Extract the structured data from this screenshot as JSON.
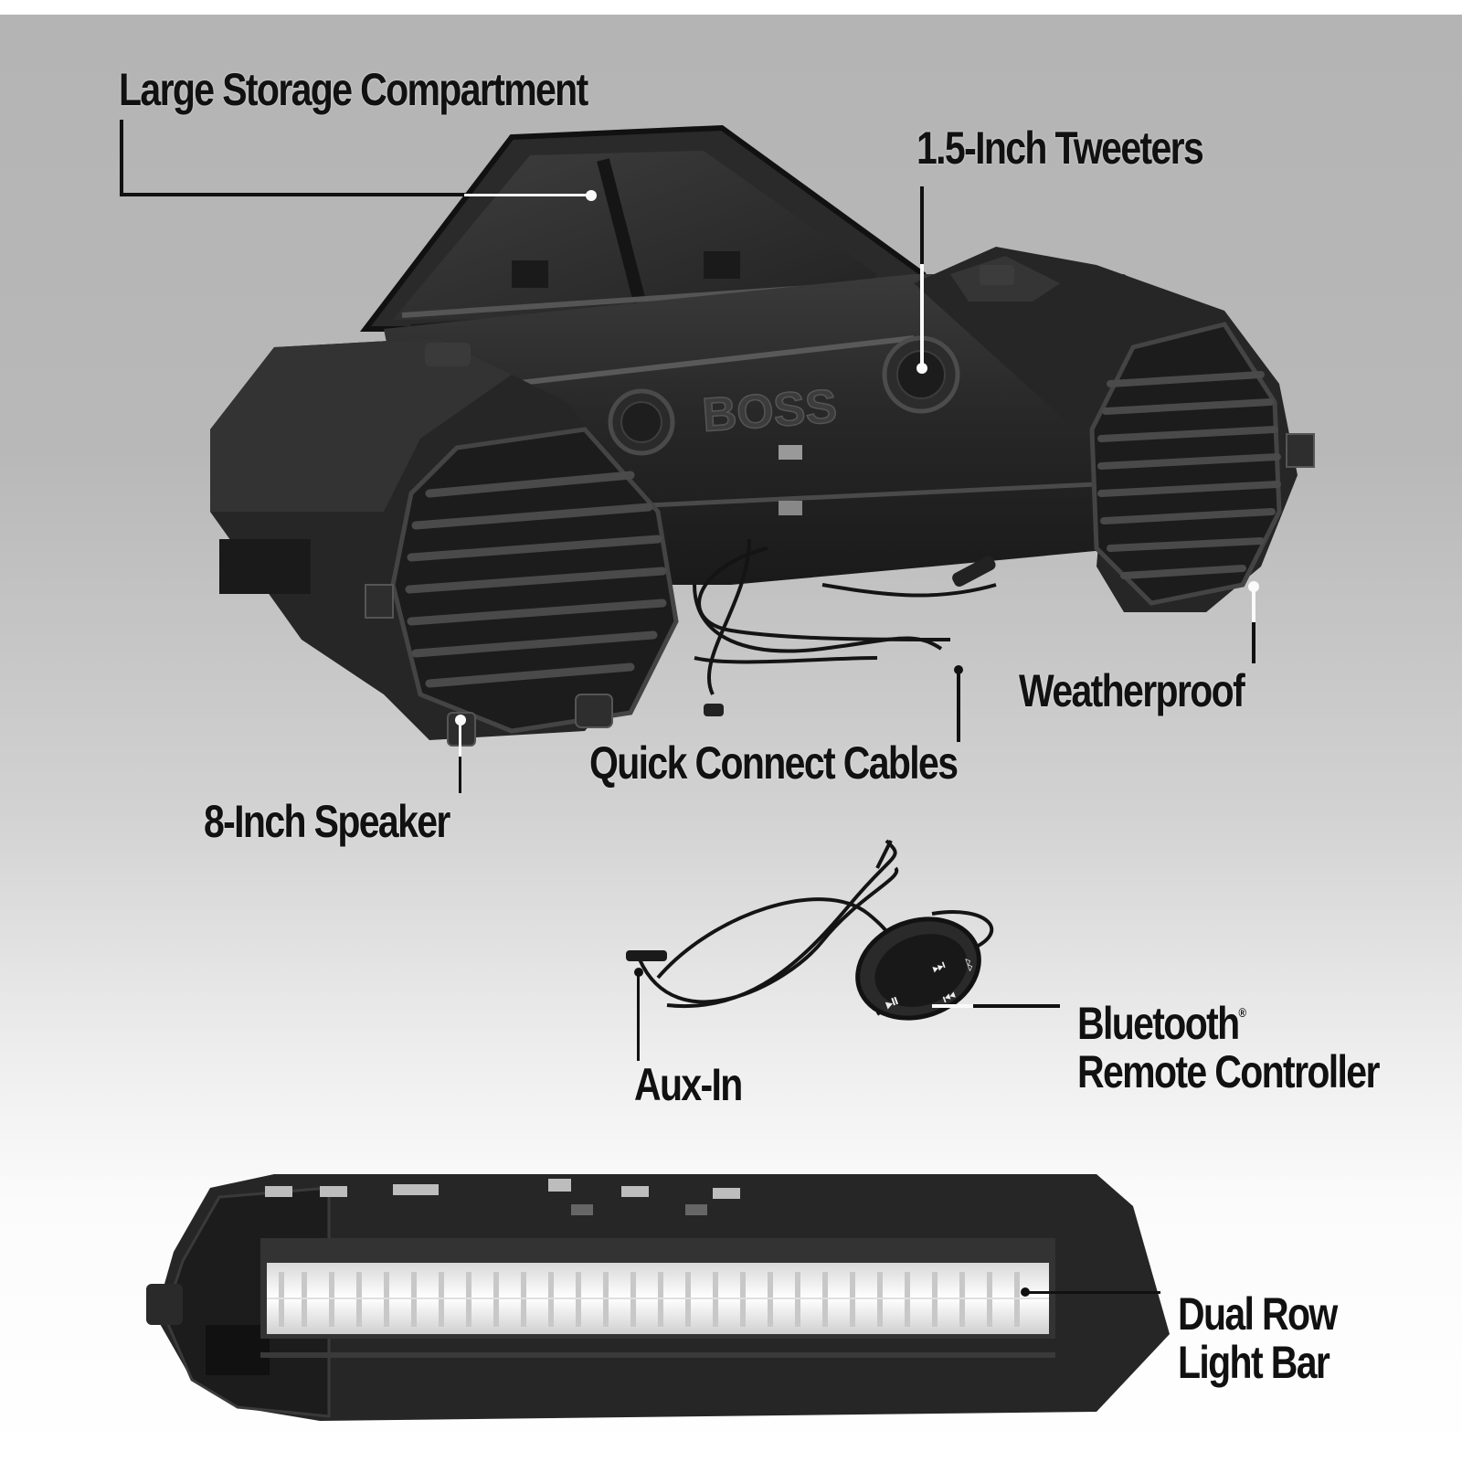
{
  "product": {
    "brand_emboss": "BOSS",
    "colors": {
      "background_top": "#b4b4b4",
      "background_bottom": "#ffffff",
      "product_body": "#2a2a2a",
      "label_text": "#111111",
      "leader_line_on_product": "#fafafa",
      "led_glow": "#f4f4f4"
    }
  },
  "callouts": [
    {
      "id": "storage",
      "label": "Large Storage Compartment"
    },
    {
      "id": "tweeters",
      "label": "1.5-Inch Tweeters"
    },
    {
      "id": "weatherproof",
      "label": "Weatherproof"
    },
    {
      "id": "cables",
      "label": "Quick Connect Cables"
    },
    {
      "id": "speaker",
      "label": "8-Inch Speaker"
    },
    {
      "id": "aux",
      "label": "Aux-In"
    },
    {
      "id": "remote",
      "label_line1": "Bluetooth",
      "trademark": "®",
      "label_line2": "Remote Controller"
    },
    {
      "id": "lightbar",
      "label_line1": "Dual Row",
      "label_line2": "Light Bar"
    }
  ],
  "remote": {
    "buttons": [
      {
        "icon": "play-pause-icon",
        "glyph": "⏯"
      },
      {
        "icon": "next-track-icon",
        "glyph": "⏭"
      },
      {
        "icon": "previous-track-icon",
        "glyph": "⏮"
      },
      {
        "icon": "bluetooth-icon",
        "glyph": "ᛒ"
      }
    ]
  }
}
